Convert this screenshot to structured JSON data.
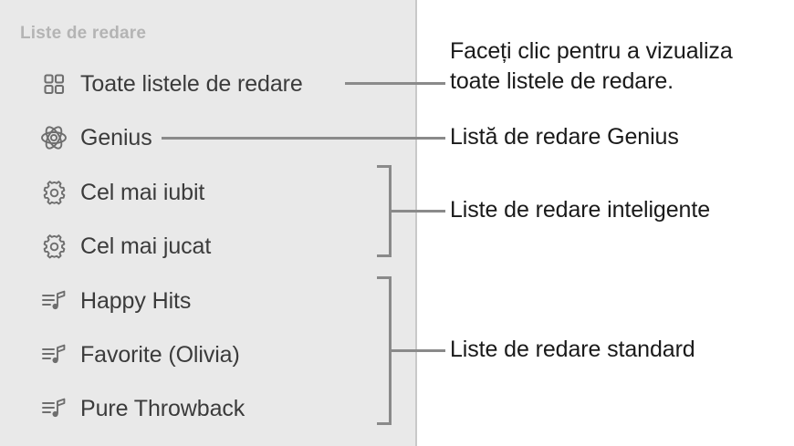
{
  "sidebar": {
    "header": "Liste de redare",
    "items": [
      {
        "label": "Toate listele de redare",
        "icon": "grid-icon"
      },
      {
        "label": "Genius",
        "icon": "atom-icon"
      },
      {
        "label": "Cel mai iubit",
        "icon": "gear-icon"
      },
      {
        "label": "Cel mai jucat",
        "icon": "gear-icon"
      },
      {
        "label": "Happy Hits",
        "icon": "playlist-note-icon"
      },
      {
        "label": "Favorite (Olivia)",
        "icon": "playlist-note-icon"
      },
      {
        "label": "Pure Throwback",
        "icon": "playlist-note-icon"
      }
    ]
  },
  "annotations": [
    {
      "text": "Faceți clic pentru a vizualiza\ntoate listele de redare."
    },
    {
      "text": "Listă de redare Genius"
    },
    {
      "text": "Liste de redare inteligente"
    },
    {
      "text": "Liste de redare standard"
    }
  ],
  "colors": {
    "sidebar_background": "#e9e9e9",
    "panel_background": "#ffffff",
    "divider": "#c9c9c9",
    "header_text": "#b4b4b4",
    "item_text": "#3b3b3b",
    "annotation_text": "#1a1a1a",
    "callout_line": "#8a8a8a",
    "icon": "#6e6e6e"
  }
}
